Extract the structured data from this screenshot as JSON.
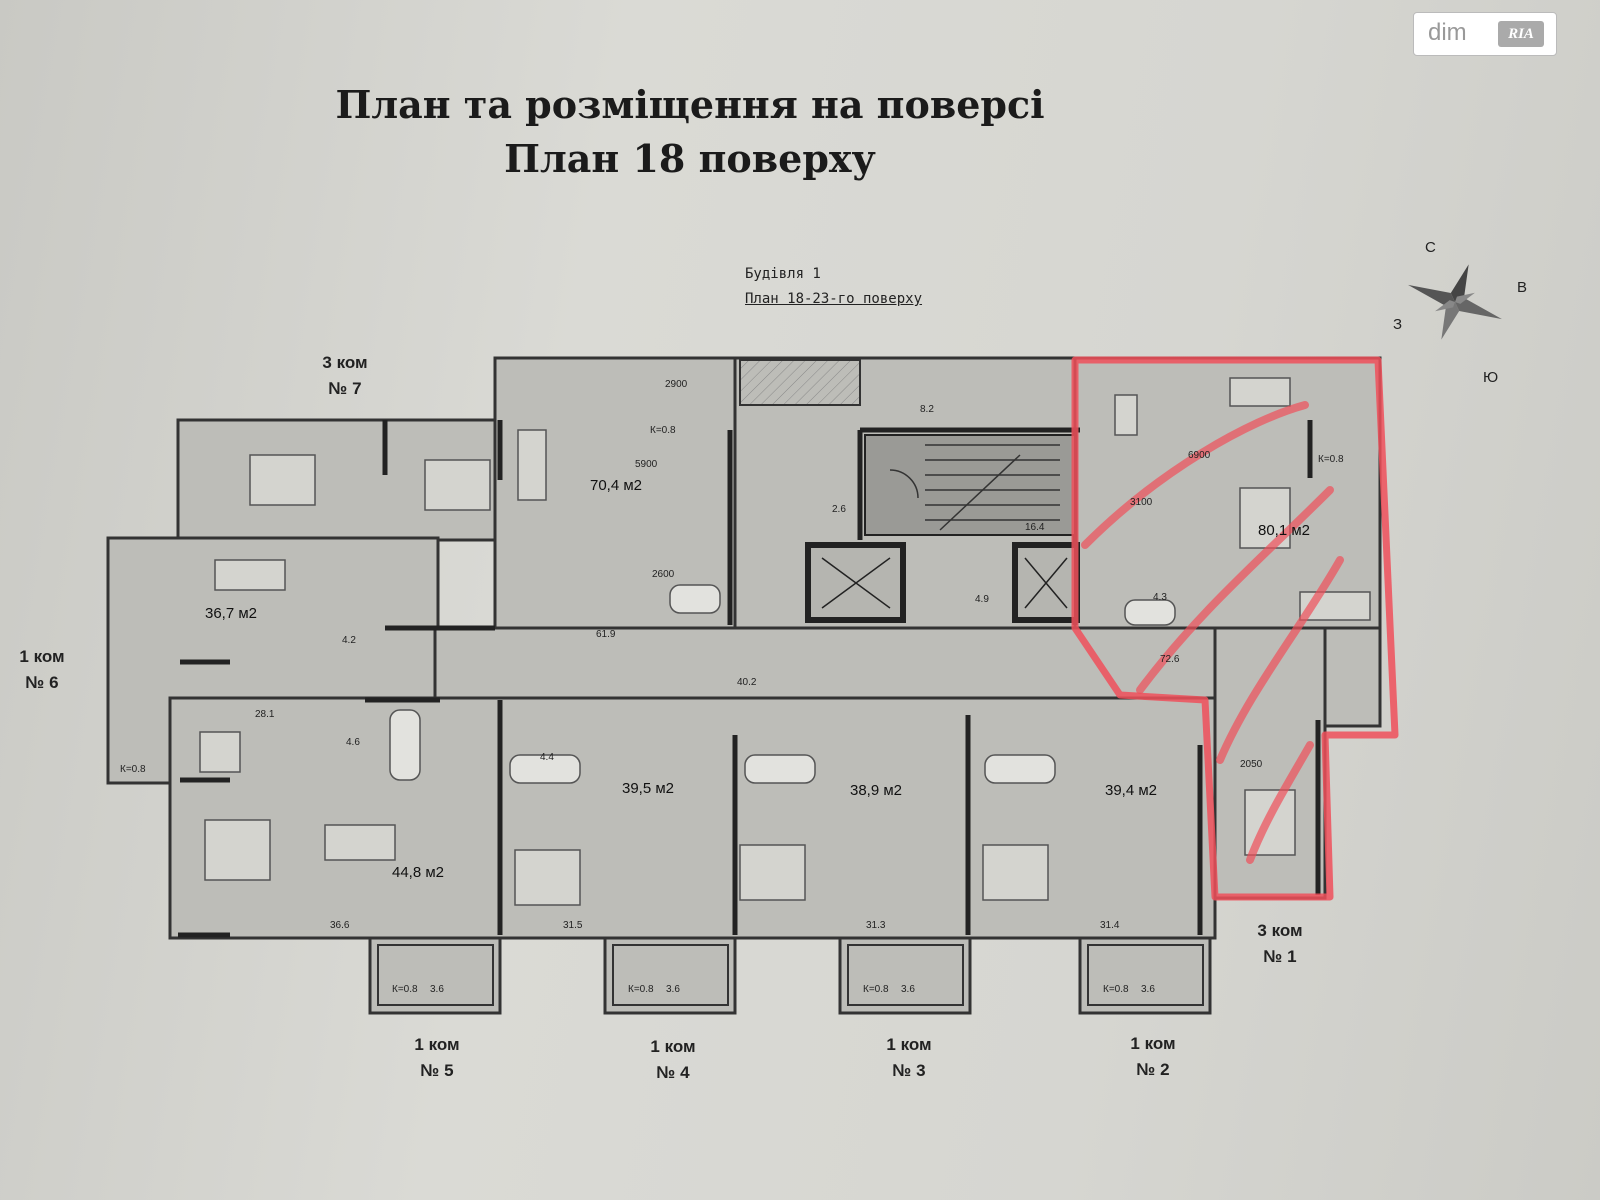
{
  "header": {
    "title_line1": "План та розміщення на поверсі",
    "title_line2": "План 18 поверху"
  },
  "subtitle": {
    "building": "Будівля 1",
    "floors": "План 18-23-го поверху"
  },
  "watermark": {
    "dim": "dim",
    "ria": "RIA"
  },
  "compass": {
    "north": "С",
    "east": "В",
    "west": "З",
    "south": "Ю"
  },
  "apartments": [
    {
      "rooms": "3 ком",
      "number": "№ 1",
      "area": "80,1 м2",
      "highlight_color": "#f0505a"
    },
    {
      "rooms": "1 ком",
      "number": "№ 2",
      "area": "39,4 м2"
    },
    {
      "rooms": "1 ком",
      "number": "№ 3",
      "area": "38,9 м2"
    },
    {
      "rooms": "1 ком",
      "number": "№ 4",
      "area": "39,5 м2"
    },
    {
      "rooms": "1 ком",
      "number": "№ 5",
      "area": "44,8 м2"
    },
    {
      "rooms": "1 ком",
      "number": "№ 6",
      "area": "36,7 м2"
    },
    {
      "rooms": "3 ком",
      "number": "№ 7",
      "area": "70,4 м2"
    }
  ],
  "plan_annotations": {
    "balcony_coef": "К=0.8",
    "balcony_area": "3.6",
    "corridor_area": "40.2",
    "dim_2900": "2900",
    "dim_5900": "5900",
    "dim_2600": "2600",
    "dim_6900": "6900",
    "dim_3100": "3100",
    "dim_2050": "2050",
    "area_61_9": "61.9",
    "area_72_6": "72.6",
    "area_28_1": "28.1",
    "area_36_6": "36.6",
    "area_31_5": "31.5",
    "area_31_3": "31.3",
    "area_31_4": "31.4",
    "area_16_4": "16.4",
    "area_8_2": "8.2",
    "area_4_9": "4.9",
    "area_4_3": "4.3",
    "area_4_2": "4.2",
    "area_4_4": "4.4",
    "area_4_6": "4.6",
    "area_2_6": "2.6"
  }
}
